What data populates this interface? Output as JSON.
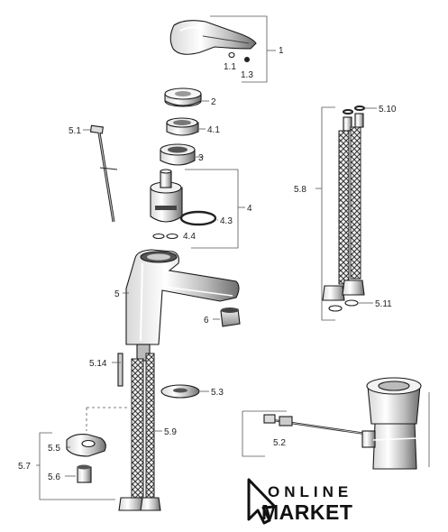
{
  "diagram": {
    "labels": {
      "l1": "1",
      "l1_1": "1.1",
      "l1_3": "1.3",
      "l2": "2",
      "l4_1": "4.1",
      "l5_1": "5.1",
      "l3": "3",
      "l4": "4",
      "l4_3": "4.3",
      "l4_4": "4.4",
      "l5": "5",
      "l6": "6",
      "l5_14": "5.14",
      "l5_3": "5.3",
      "l5_9": "5.9",
      "l5_5": "5.5",
      "l5_7": "5.7",
      "l5_6": "5.6",
      "l5_10": "5.10",
      "l5_8": "5.8",
      "l5_11": "5.11",
      "l5_2": "5.2"
    }
  },
  "logo": {
    "line1": "ONLINE",
    "line2": "MARKET"
  }
}
